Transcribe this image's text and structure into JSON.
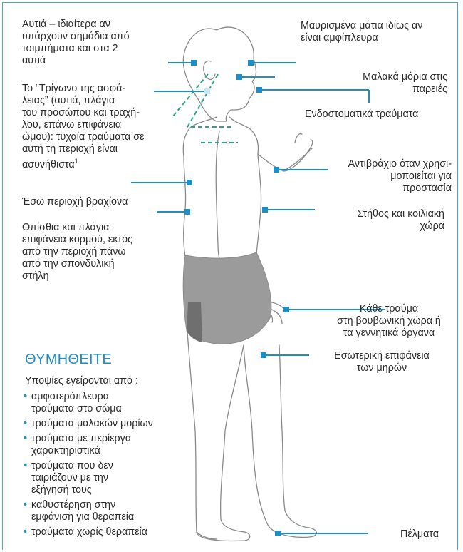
{
  "colors": {
    "accent": "#1e8fc6",
    "figure_outline": "#8a8a8a",
    "shorts": "#9b9b9b",
    "shorts_shadow": "#6f6f6f",
    "dashed_zone": "#2aa58c"
  },
  "labels": {
    "ears_main": "Αυτιά – ιδιαίτερα αν\nυπάρχουν σημάδια από\nτσιμπήματα και στα 2\nαυτιά",
    "safety_triangle_main": "Το “Τρίγωνο της ασφά-\nλειας” (αυτιά, πλάγια\nτου προσώπου και τραχή-\nλου, επάνω επιφάνεια\nώμου): τυχαία τραύματα σε\nαυτή τη περιοχή είναι\nασυνήθιστα",
    "safety_triangle_footnote": "1",
    "inner_upper_arm": "Έσω περιοχή βραχίονα",
    "back_trunk": "Οπίσθια και πλάγια\nεπιφάνεια κορμού, εκτός\nαπό την περιοχή πάνω\nαπό την σπονδυλική\nστήλη",
    "black_eyes": "Μαυρισμένα μάτια ιδίως αν\nείναι αμφίπλευρα",
    "cheeks": "Μαλακά μόρια στις\nπαρειές",
    "intraoral": "Ενδοστοματικά τραύματα",
    "forearm": "Αντιβράχιο όταν χρησι-\nμοποιείται για\nπροστασία",
    "chest_abdomen": "Στήθος και κοιλιακή\nχώρα",
    "groin": "Κάθε τραύμα\nστη βουβωνική χώρα ή\nτα γεννητικά όργανα",
    "inner_thighs": "Εσωτερική επιφάνεια\nτων μηρών",
    "soles": "Πέλματα"
  },
  "remember": {
    "title": "ΘΥΜΗΘΕΙΤΕ",
    "intro": "Υποψίες εγείρονται από :",
    "items": [
      "αμφοτερόπλευρα\nτραύματα στο σώμα",
      "τραύματα μαλακών μορίων",
      "τραύματα με περίεργα\nχαρακτηριστικά",
      "τραύματα που δεν\nταιριάζουν με την\nεξήγησή τους",
      "καθυστέρηση στην\nεμφάνιση για θεραπεία",
      "τραύματα χωρίς θεραπεία"
    ]
  }
}
